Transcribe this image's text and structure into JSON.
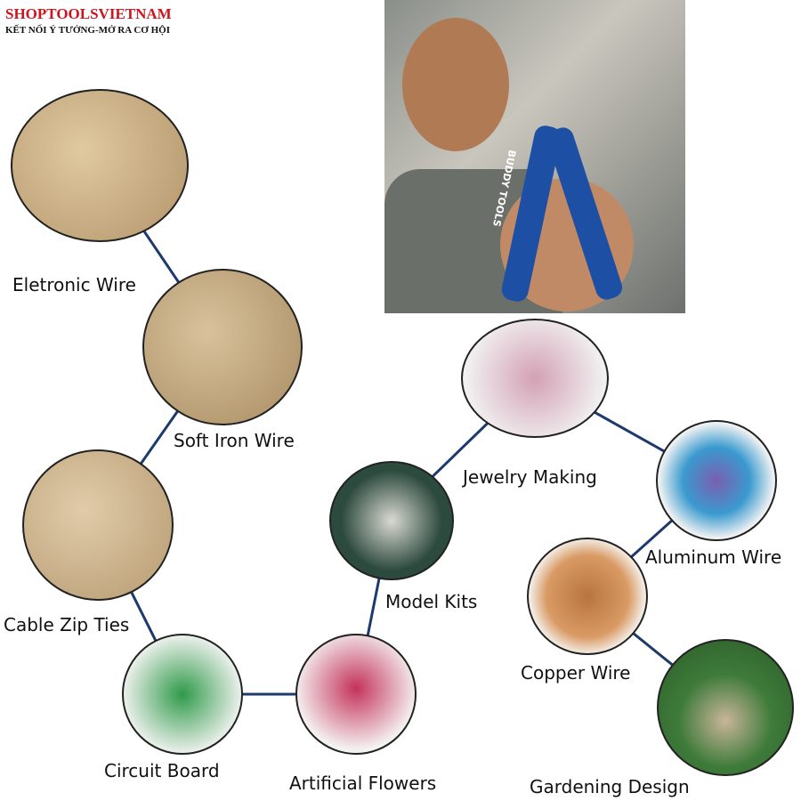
{
  "brand": {
    "name": "SHOPTOOLSVIETNAM",
    "tagline": "KẾT NỐI Ý TƯỞNG-MỞ RA CƠ HỘI"
  },
  "photo": {
    "product_text": "BUDDY TOOLS"
  },
  "uses": [
    {
      "label": "Eletronic Wire"
    },
    {
      "label": "Soft Iron Wire"
    },
    {
      "label": "Cable Zip Ties"
    },
    {
      "label": "Circuit Board"
    },
    {
      "label": "Artificial Flowers"
    },
    {
      "label": "Model Kits"
    },
    {
      "label": "Jewelry Making"
    },
    {
      "label": "Aluminum Wire"
    },
    {
      "label": "Copper Wire"
    },
    {
      "label": "Gardening Design"
    }
  ],
  "colors": {
    "brand": "#d0141e",
    "connector": "#1c3a6b"
  }
}
